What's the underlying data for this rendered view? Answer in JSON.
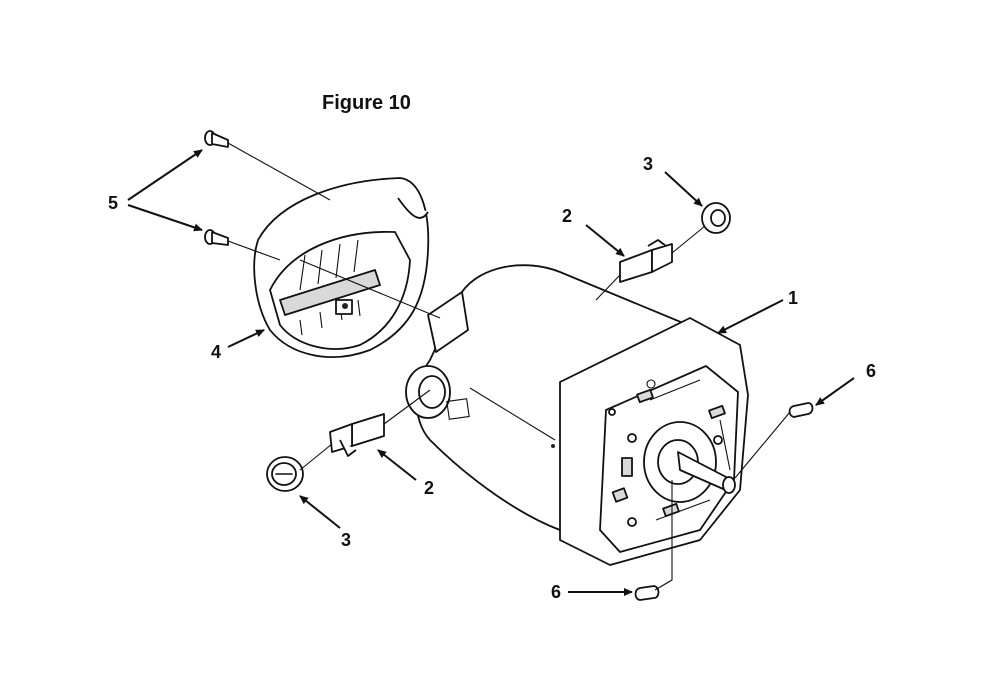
{
  "figure": {
    "title": "Figure 10"
  },
  "callouts": {
    "housing": "1",
    "brush_holder_top": "2",
    "brush_holder_bottom": "2",
    "brush_cap_top": "3",
    "brush_cap_bottom": "3",
    "end_cover": "4",
    "screws": "5",
    "key_right": "6",
    "key_bottom": "6"
  }
}
